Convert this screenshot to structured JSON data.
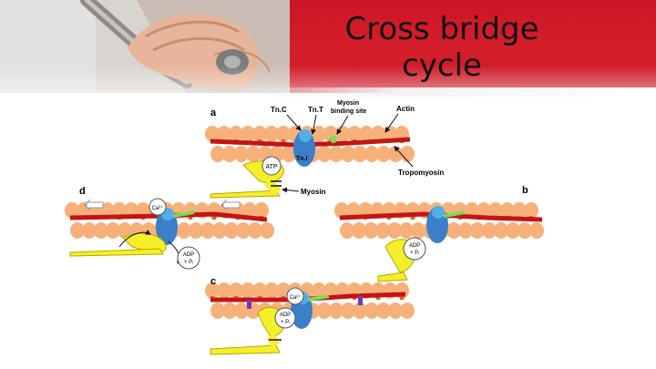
{
  "slide": {
    "title_line1": "Cross bridge",
    "title_line2": "cycle"
  },
  "figure": {
    "panels": [
      {
        "id": "a",
        "label": "a"
      },
      {
        "id": "b",
        "label": "b"
      },
      {
        "id": "c",
        "label": "c"
      },
      {
        "id": "d",
        "label": "d"
      }
    ],
    "callouts": {
      "tnc": "Tn.C",
      "tnt": "Tn.T",
      "myosin_binding_site_line1": "Myosin",
      "myosin_binding_site_line2": "binding site",
      "actin": "Actin",
      "tni": "Tn.I",
      "tropomyosin": "Tropomyosin",
      "myosin": "Myosin"
    },
    "bubbles": {
      "atp": "ATP",
      "ca": "Ca²⁺",
      "adp": "ADP",
      "pi": "+ Pᵢ"
    },
    "colors": {
      "actin": "#f7b07a",
      "actin_mark": "#e2611f",
      "tropomyosin": "#c41414",
      "troponin": "#3a7fc8",
      "troponin_c": "#4fb0e8",
      "myosin": "#f4ef2a",
      "myosin_stroke": "#b6a800",
      "binding_site": "#7ed957",
      "title_bar": "#d51f2c"
    }
  }
}
